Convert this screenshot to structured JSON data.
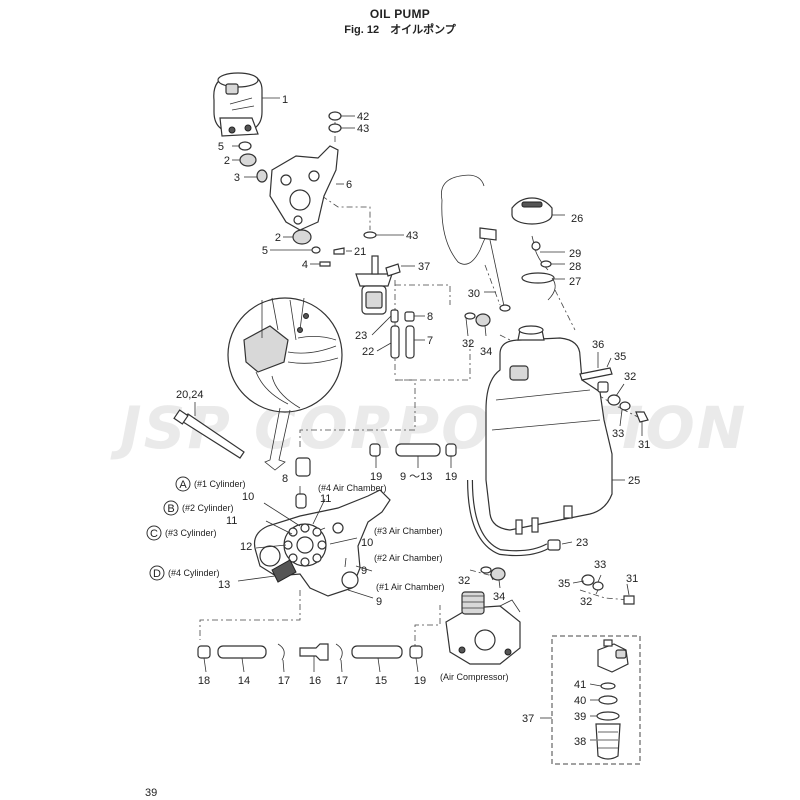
{
  "header": {
    "title": "OIL PUMP",
    "subtitle": "Fig. 12　オイルポンプ"
  },
  "watermark": "JSP CORPORATION",
  "page_number": "39",
  "callouts": {
    "n1": "1",
    "n2a": "2",
    "n2b": "2",
    "n3": "3",
    "n4": "4",
    "n5a": "5",
    "n5b": "5",
    "n6": "6",
    "n7": "7",
    "n8a": "8",
    "n8b": "8",
    "n9a": "9",
    "n9b": "9",
    "n9_13": "9 〜13",
    "n10a": "10",
    "n10b": "10",
    "n11a": "11",
    "n11b": "11",
    "n12": "12",
    "n13": "13",
    "n14": "14",
    "n15": "15",
    "n16": "16",
    "n17a": "17",
    "n17b": "17",
    "n18": "18",
    "n19a": "19",
    "n19b": "19",
    "n19c": "19",
    "n2024": "20,24",
    "n21": "21",
    "n22": "22",
    "n23a": "23",
    "n23b": "23",
    "n25": "25",
    "n26": "26",
    "n27": "27",
    "n28": "28",
    "n29": "29",
    "n30": "30",
    "n31a": "31",
    "n31b": "31",
    "n32a": "32",
    "n32b": "32",
    "n32c": "32",
    "n32d": "32",
    "n33a": "33",
    "n33b": "33",
    "n34a": "34",
    "n34b": "34",
    "n35a": "35",
    "n35b": "35",
    "n36": "36",
    "n37a": "37",
    "n37b": "37",
    "n38": "38",
    "n39": "39",
    "n40": "40",
    "n41": "41",
    "n42": "42",
    "n43a": "43",
    "n43b": "43"
  },
  "cylinders": [
    {
      "letter": "A",
      "label": "(#1 Cylinder)"
    },
    {
      "letter": "B",
      "label": "(#2 Cylinder)"
    },
    {
      "letter": "C",
      "label": "(#3 Cylinder)"
    },
    {
      "letter": "D",
      "label": "(#4 Cylinder)"
    }
  ],
  "chambers": {
    "c4": "(#4 Air Chamber)",
    "c3": "(#3 Air Chamber)",
    "c2": "(#2 Air Chamber)",
    "c1": "(#1 Air Chamber)"
  },
  "air_compressor": "(Air Compressor)"
}
